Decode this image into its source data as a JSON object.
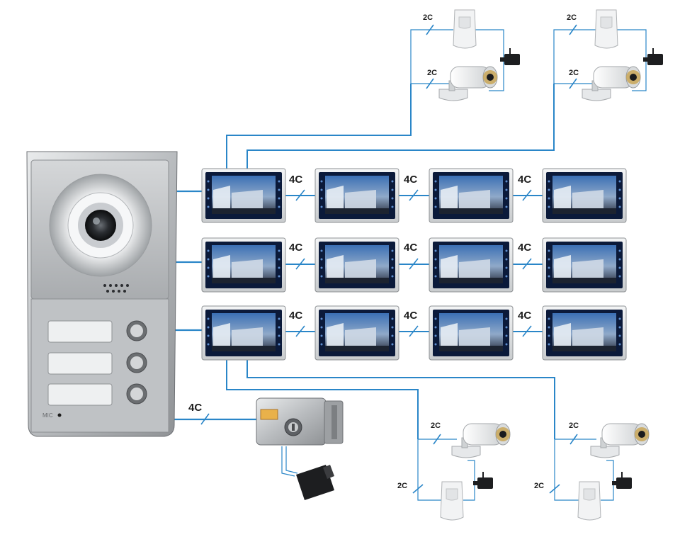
{
  "labels": {
    "four_core": "4C",
    "two_core": "2C"
  },
  "door_panel": {
    "mic_text": "MIC",
    "button_count": 3
  },
  "monitor_grid": {
    "rows": 3,
    "columns": 4
  },
  "colors": {
    "wire": "#2a86c8",
    "panel_silver": "#c8cacc",
    "monitor_frame": "#e4e6e8",
    "monitor_screen": "#0b1a3a"
  },
  "icons": [
    "door-station",
    "indoor-monitor",
    "cctv-camera",
    "pir-sensor",
    "power-adapter",
    "electric-lock"
  ]
}
